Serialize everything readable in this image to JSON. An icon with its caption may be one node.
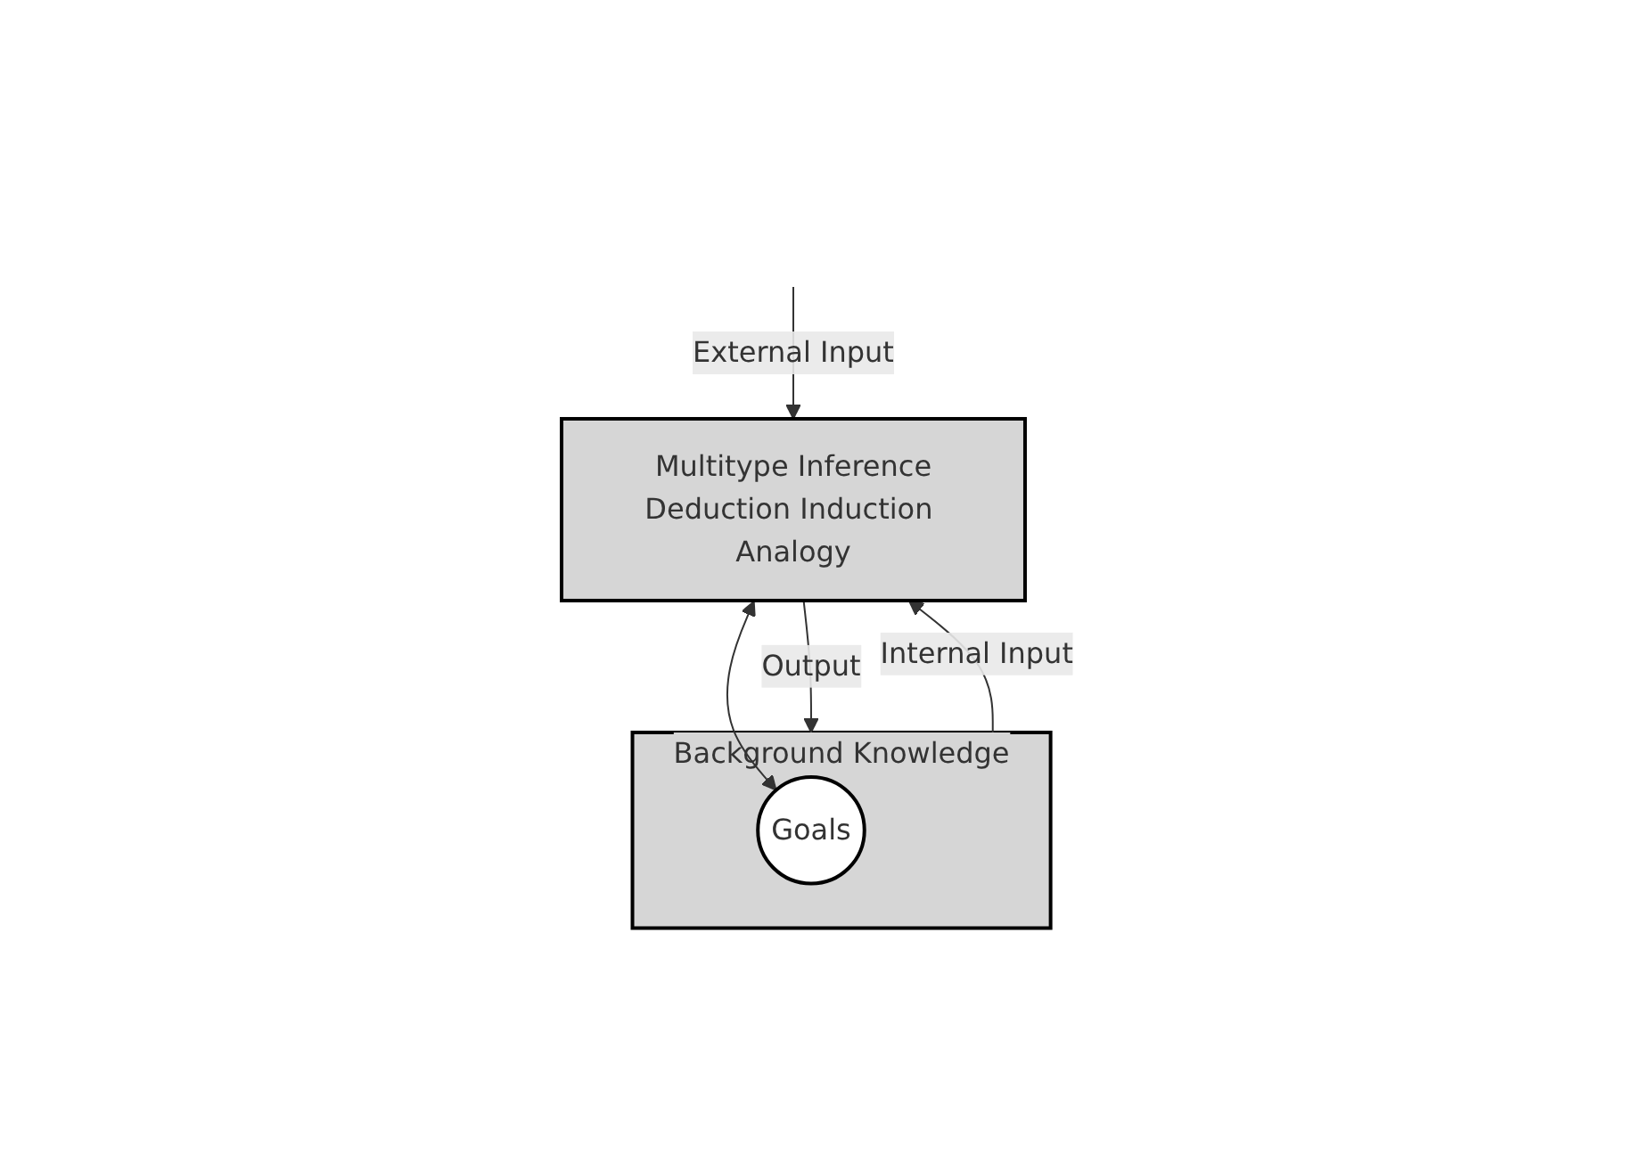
{
  "diagram": {
    "nodes": [
      {
        "text": [
          "Multitype Inference",
          "Deduction Induction Analogy"
        ]
      },
      {
        "text": [
          "Background Knowledge"
        ]
      },
      {
        "text": [
          "Goals"
        ],
        "in": 1
      }
    ],
    "edges": [
      {
        "from": null,
        "to": 0,
        "arrow": "to",
        "label": "External Input"
      },
      {
        "from": 0,
        "to": 1,
        "arrow": "to",
        "label": "Output"
      },
      {
        "from": 1,
        "to": 0,
        "arrow": "to",
        "label": "Internal Input"
      },
      {
        "from": 0,
        "to": 2,
        "arrow": "both"
      }
    ]
  }
}
